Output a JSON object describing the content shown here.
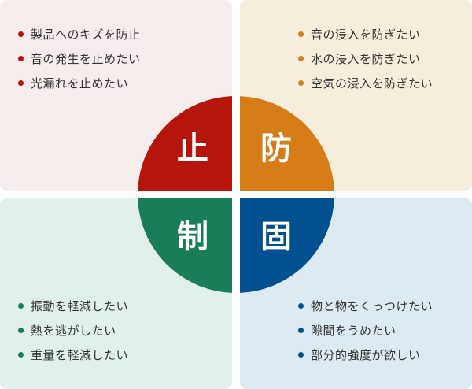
{
  "colors": {
    "stop": "#b5150b",
    "prevent": "#d67d17",
    "control": "#197d58",
    "fix": "#02508f",
    "text": "#333333"
  },
  "quadrants": {
    "top_left": {
      "label": "止",
      "color": "#b5150b",
      "background": "#f5ecec",
      "items": [
        "製品へのキズを防止",
        "音の発生を止めたい",
        "光漏れを止めたい"
      ]
    },
    "top_right": {
      "label": "防",
      "color": "#d67d17",
      "background": "#f5eedc",
      "items": [
        "音の浸入を防ぎたい",
        "水の浸入を防ぎたい",
        "空気の浸入を防ぎたい"
      ]
    },
    "bottom_left": {
      "label": "制",
      "color": "#197d58",
      "background": "#e1f0eb",
      "items": [
        "振動を軽減したい",
        "熱を逃がしたい",
        "重量を軽減したい"
      ]
    },
    "bottom_right": {
      "label": "固",
      "color": "#02508f",
      "background": "#deeaf1",
      "items": [
        "物と物をくっつけたい",
        "隙間をうめたい",
        "部分的強度が欲しい"
      ]
    }
  }
}
